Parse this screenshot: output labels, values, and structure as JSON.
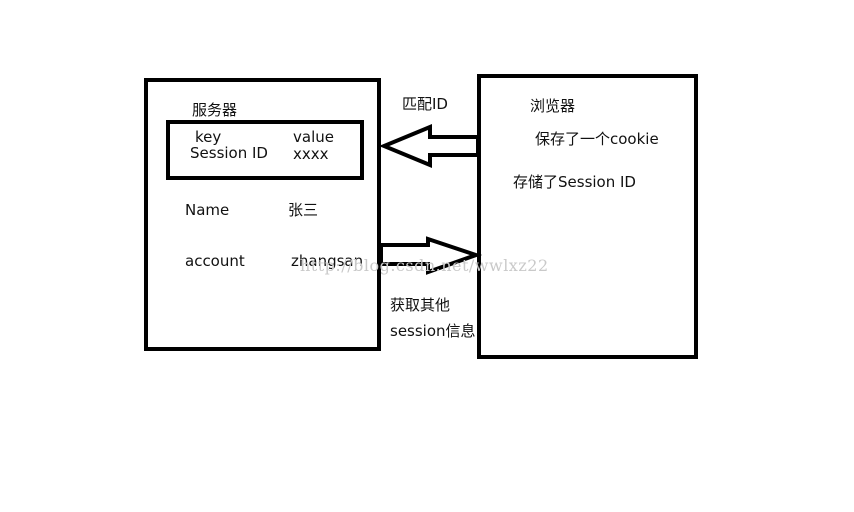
{
  "server": {
    "title": "服务器",
    "table": {
      "header_key": "key",
      "header_value": "value",
      "row_key": "Session ID",
      "row_value": "xxxx"
    },
    "fields": [
      {
        "key": "Name",
        "value": "张三"
      },
      {
        "key": "account",
        "value": "zhangsan"
      }
    ]
  },
  "browser": {
    "title": "浏览器",
    "line1": "保存了一个cookie",
    "line2": "存储了Session ID"
  },
  "arrows": {
    "to_server_label": "匹配ID",
    "to_browser_label_line1": "获取其他",
    "to_browser_label_line2": "session信息"
  },
  "watermark": "http://blog.csdn.net/wwlxz22"
}
